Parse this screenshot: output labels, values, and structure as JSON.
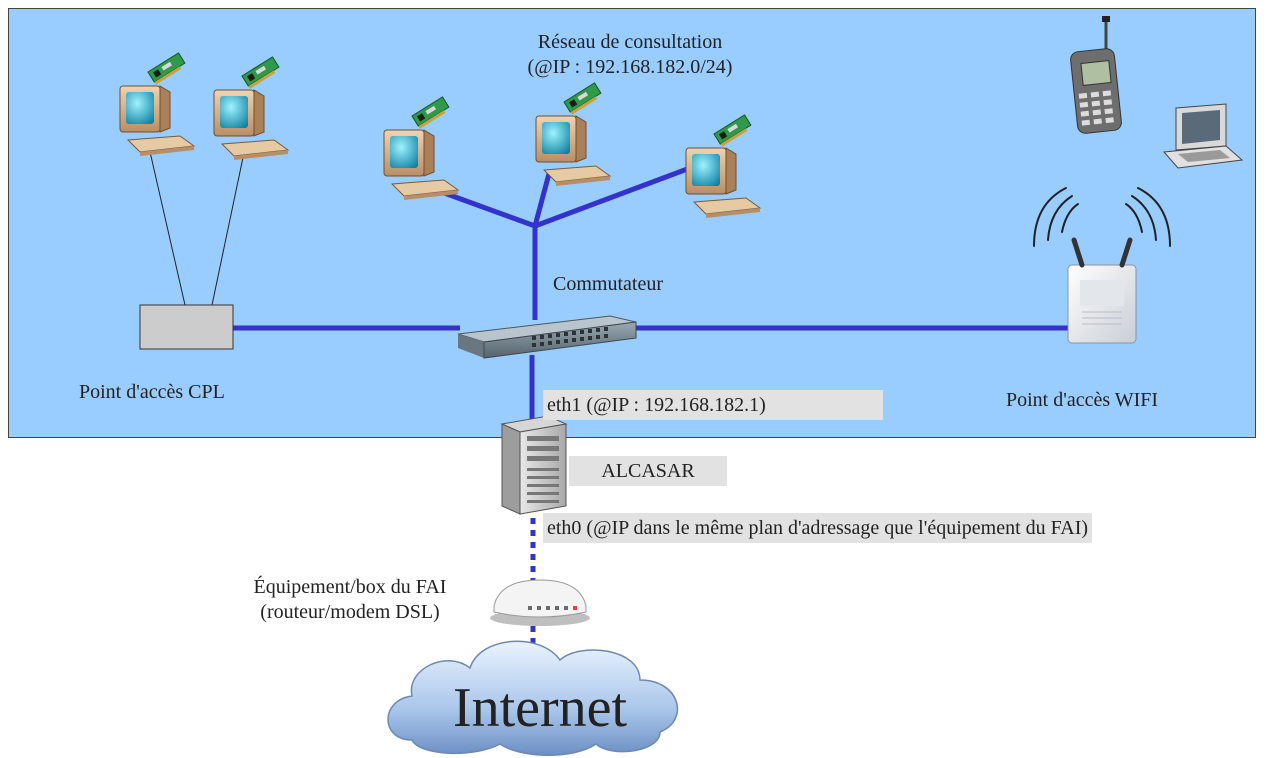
{
  "network": {
    "title": "Réseau de consultation",
    "subnet": "(@IP : 192.168.182.0/24)"
  },
  "labels": {
    "switch": "Commutateur",
    "cpl": "Point d'accès CPL",
    "wifi": "Point d'accès WIFI",
    "eth1": "eth1 (@IP : 192.168.182.1)",
    "alcasar": "ALCASAR",
    "eth0": "eth0 (@IP dans le même plan d'adressage que l'équipement du FAI)",
    "isp_line1": "Équipement/box du FAI",
    "isp_line2": "(routeur/modem DSL)",
    "internet": "Internet"
  },
  "colors": {
    "lan_zone": "#99ccff",
    "link": "#3333cc",
    "label_box": "#e2e2e2"
  },
  "icons": [
    "desktop-pc-icon",
    "network-card-icon",
    "switch-icon",
    "cpl-box-icon",
    "wifi-ap-icon",
    "mobile-phone-icon",
    "laptop-icon",
    "server-icon",
    "dsl-modem-icon",
    "cloud-icon"
  ]
}
